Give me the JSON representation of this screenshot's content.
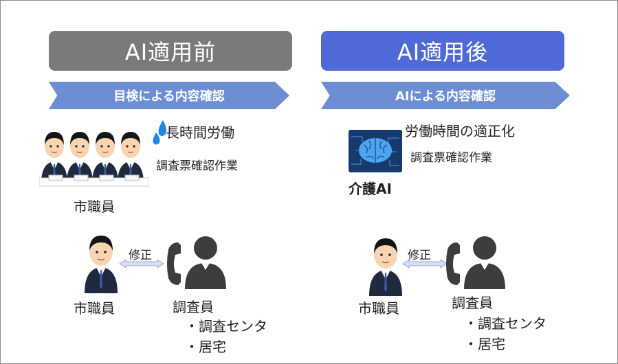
{
  "before": {
    "header": "AI適用前",
    "arrow_label": "目検による内容確認",
    "issue_label": "長時間労働",
    "task_label": "調査票確認作業",
    "staff_label": "市職員",
    "fix_label": "修正",
    "official_label": "市職員",
    "surveyor_label": "調査員",
    "surveyor_items": [
      "・調査センタ",
      "・居宅"
    ]
  },
  "after": {
    "header": "AI適用後",
    "arrow_label": "AIによる内容確認",
    "benefit_label": "労働時間の適正化",
    "task_label": "調査票確認作業",
    "ai_label": "介護AI",
    "fix_label": "修正",
    "official_label": "市職員",
    "surveyor_label": "調査員",
    "surveyor_items": [
      "・調査センタ",
      "・居宅"
    ]
  },
  "colors": {
    "before_header": "#7a7a7a",
    "after_header": "#4f6ad6",
    "arrow_fill": "#6d8ed2"
  },
  "icons": {
    "staff_group": "office-workers-group-icon",
    "sweat": "sweat-drops-icon",
    "ai_brain": "ai-brain-chip-icon",
    "official": "office-worker-icon",
    "exchange": "double-arrow-icon",
    "phone": "telephone-handset-icon",
    "surveyor": "person-silhouette-icon"
  }
}
